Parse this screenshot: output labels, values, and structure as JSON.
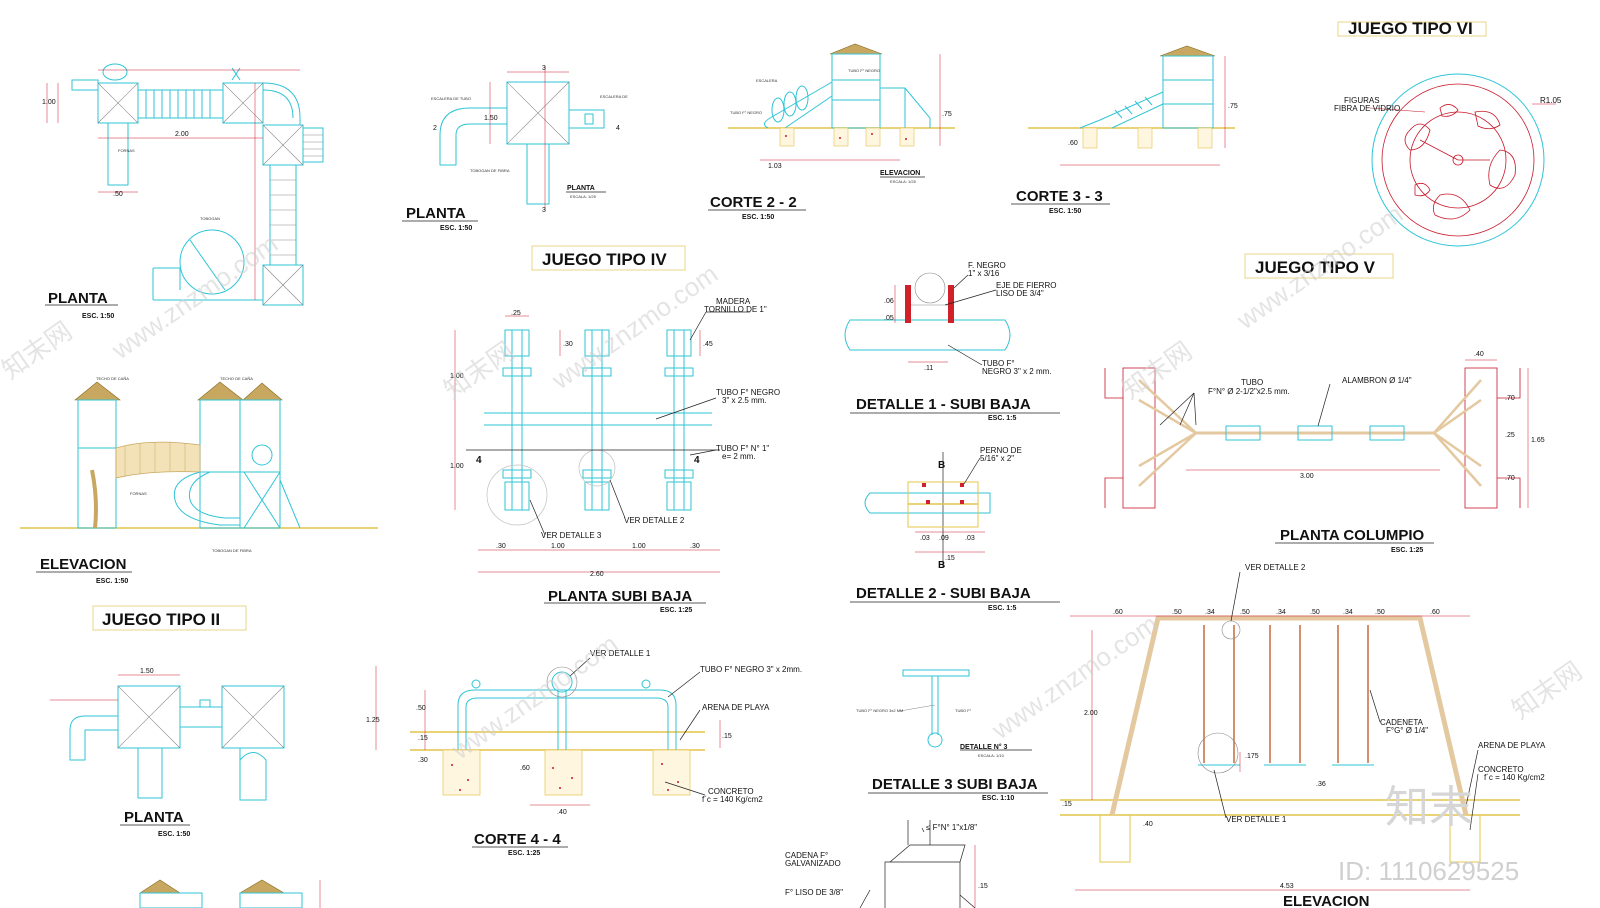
{
  "sheet": {
    "titles": {
      "juego_tipo_ii": "JUEGO TIPO II",
      "juego_tipo_iv": "JUEGO TIPO IV",
      "juego_tipo_v": "JUEGO TIPO V",
      "juego_tipo_vi": "JUEGO TIPO VI"
    },
    "views": {
      "planta_1": {
        "label": "PLANTA",
        "scale": "ESC. 1:50"
      },
      "elevacion_1": {
        "label": "ELEVACION",
        "scale": "ESC. 1:50"
      },
      "planta_2": {
        "label": "PLANTA",
        "scale": "ESC. 1:50"
      },
      "planta_small": {
        "label": "PLANTA",
        "scale": "ESC. 1:50"
      },
      "planta_small_inner": {
        "label": "PLANTA",
        "scale": "ESCALA: 1/25"
      },
      "corte_2_2": {
        "label": "CORTE 2 - 2",
        "scale": "ESC. 1:50"
      },
      "elevacion_small": {
        "label": "ELEVACION",
        "scale": "ESCALA: 1/25"
      },
      "corte_3_3": {
        "label": "CORTE 3 - 3",
        "scale": "ESC. 1:50"
      },
      "planta_subi_baja": {
        "label": "PLANTA SUBI BAJA",
        "scale": "ESC. 1:25"
      },
      "detalle_1": {
        "label": "DETALLE 1 - SUBI BAJA",
        "scale": "ESC. 1:5"
      },
      "detalle_2": {
        "label": "DETALLE 2 - SUBI BAJA",
        "scale": "ESC. 1:5"
      },
      "detalle_3": {
        "label": "DETALLE 3 SUBI BAJA",
        "scale": "ESC. 1:10"
      },
      "detalle_3_inner": {
        "label": "DETALLE N° 3",
        "scale": "ESCALA: 1/10"
      },
      "corte_4_4": {
        "label": "CORTE 4 - 4",
        "scale": "ESC. 1:25"
      },
      "planta_columpio": {
        "label": "PLANTA COLUMPIO",
        "scale": "ESC. 1:25"
      },
      "elevacion_columpio": {
        "label": "ELEVACION"
      }
    },
    "notes": {
      "madera": "MADERA",
      "tornillo": "TORNILLO DE 1\"",
      "tubo_negro_3x25": "TUBO F° NEGRO",
      "tubo_negro_3x25_b": "3\" x 2.5 mm.",
      "tubo_n1": "TUBO F° N° 1\"",
      "tubo_n1_b": "e= 2 mm.",
      "ver_detalle_3": "VER DETALLE 3",
      "ver_detalle_2": "VER DETALLE 2",
      "ver_detalle_1": "VER DETALLE 1",
      "f_negro": "F. NEGRO",
      "f_negro_b": "1\" x 3/16",
      "eje": "EJE DE FIERRO",
      "eje_b": "LISO DE 3/4\"",
      "tubo_f_d1": "TUBO F°",
      "tubo_f_d1_b": "NEGRO 3\" x 2 mm.",
      "perno": "PERNO DE",
      "perno_b": "5/16\" x 2\"",
      "tubo_negro_3x2": "TUBO F° NEGRO 3\" x 2mm.",
      "arena": "ARENA DE PLAYA",
      "concreto": "CONCRETO",
      "concreto_b": "f´c = 140 Kg/cm2",
      "figuras": "FIGURAS",
      "figuras_b": "FIBRA DE VIDRIO",
      "r105": "R1.05",
      "tubo_col": "TUBO",
      "tubo_col_b": "F°N° Ø 2-1/2\"x2.5 mm.",
      "alambron": "ALAMBRON Ø 1/4\"",
      "cadeneta": "CADENETA",
      "cadeneta_b": "F°G° Ø 1/4\"",
      "arena_col": "ARENA DE PLAYA",
      "concreto_col": "CONCRETO",
      "concreto_col_b": "f´c = 140 Kg/cm2",
      "cadena_galv": "CADENA F°",
      "cadena_galv_b": "GALVANIZADO",
      "f_liso": "F° LISO DE 3/8\"",
      "fn_1x18": "≤ F°N° 1\"x1/8\""
    },
    "dims": {
      "d300": "3.00",
      "d165": "1.65",
      "d070a": ".70",
      "d025": ".25",
      "d070b": ".70",
      "d040": ".40",
      "d260": "2.60",
      "d100a": "1.00",
      "d100b": "1.00",
      "d030a": ".30",
      "d030b": ".30",
      "d100v1": "1.00",
      "d100v2": "1.00",
      "d025sb": ".25",
      "d045": ".45",
      "d030v": ".30",
      "d006": ".06",
      "d005": ".05",
      "d011": ".11",
      "d015": ".15",
      "d4a": "4",
      "d4b": "4",
      "bA": "B",
      "bB": "B",
      "d125": "1.25",
      "d050": ".50",
      "d015b": ".15",
      "d030c": ".30",
      "d060": ".60",
      "d040b": ".40",
      "d200": "2.00",
      "d175": ".175",
      "d036": ".36",
      "d453": "4.53"
    },
    "watermark": {
      "site": "www.znzmo.com",
      "brand": "知末网",
      "logo": "知末",
      "id": "ID: 1110629525"
    }
  }
}
